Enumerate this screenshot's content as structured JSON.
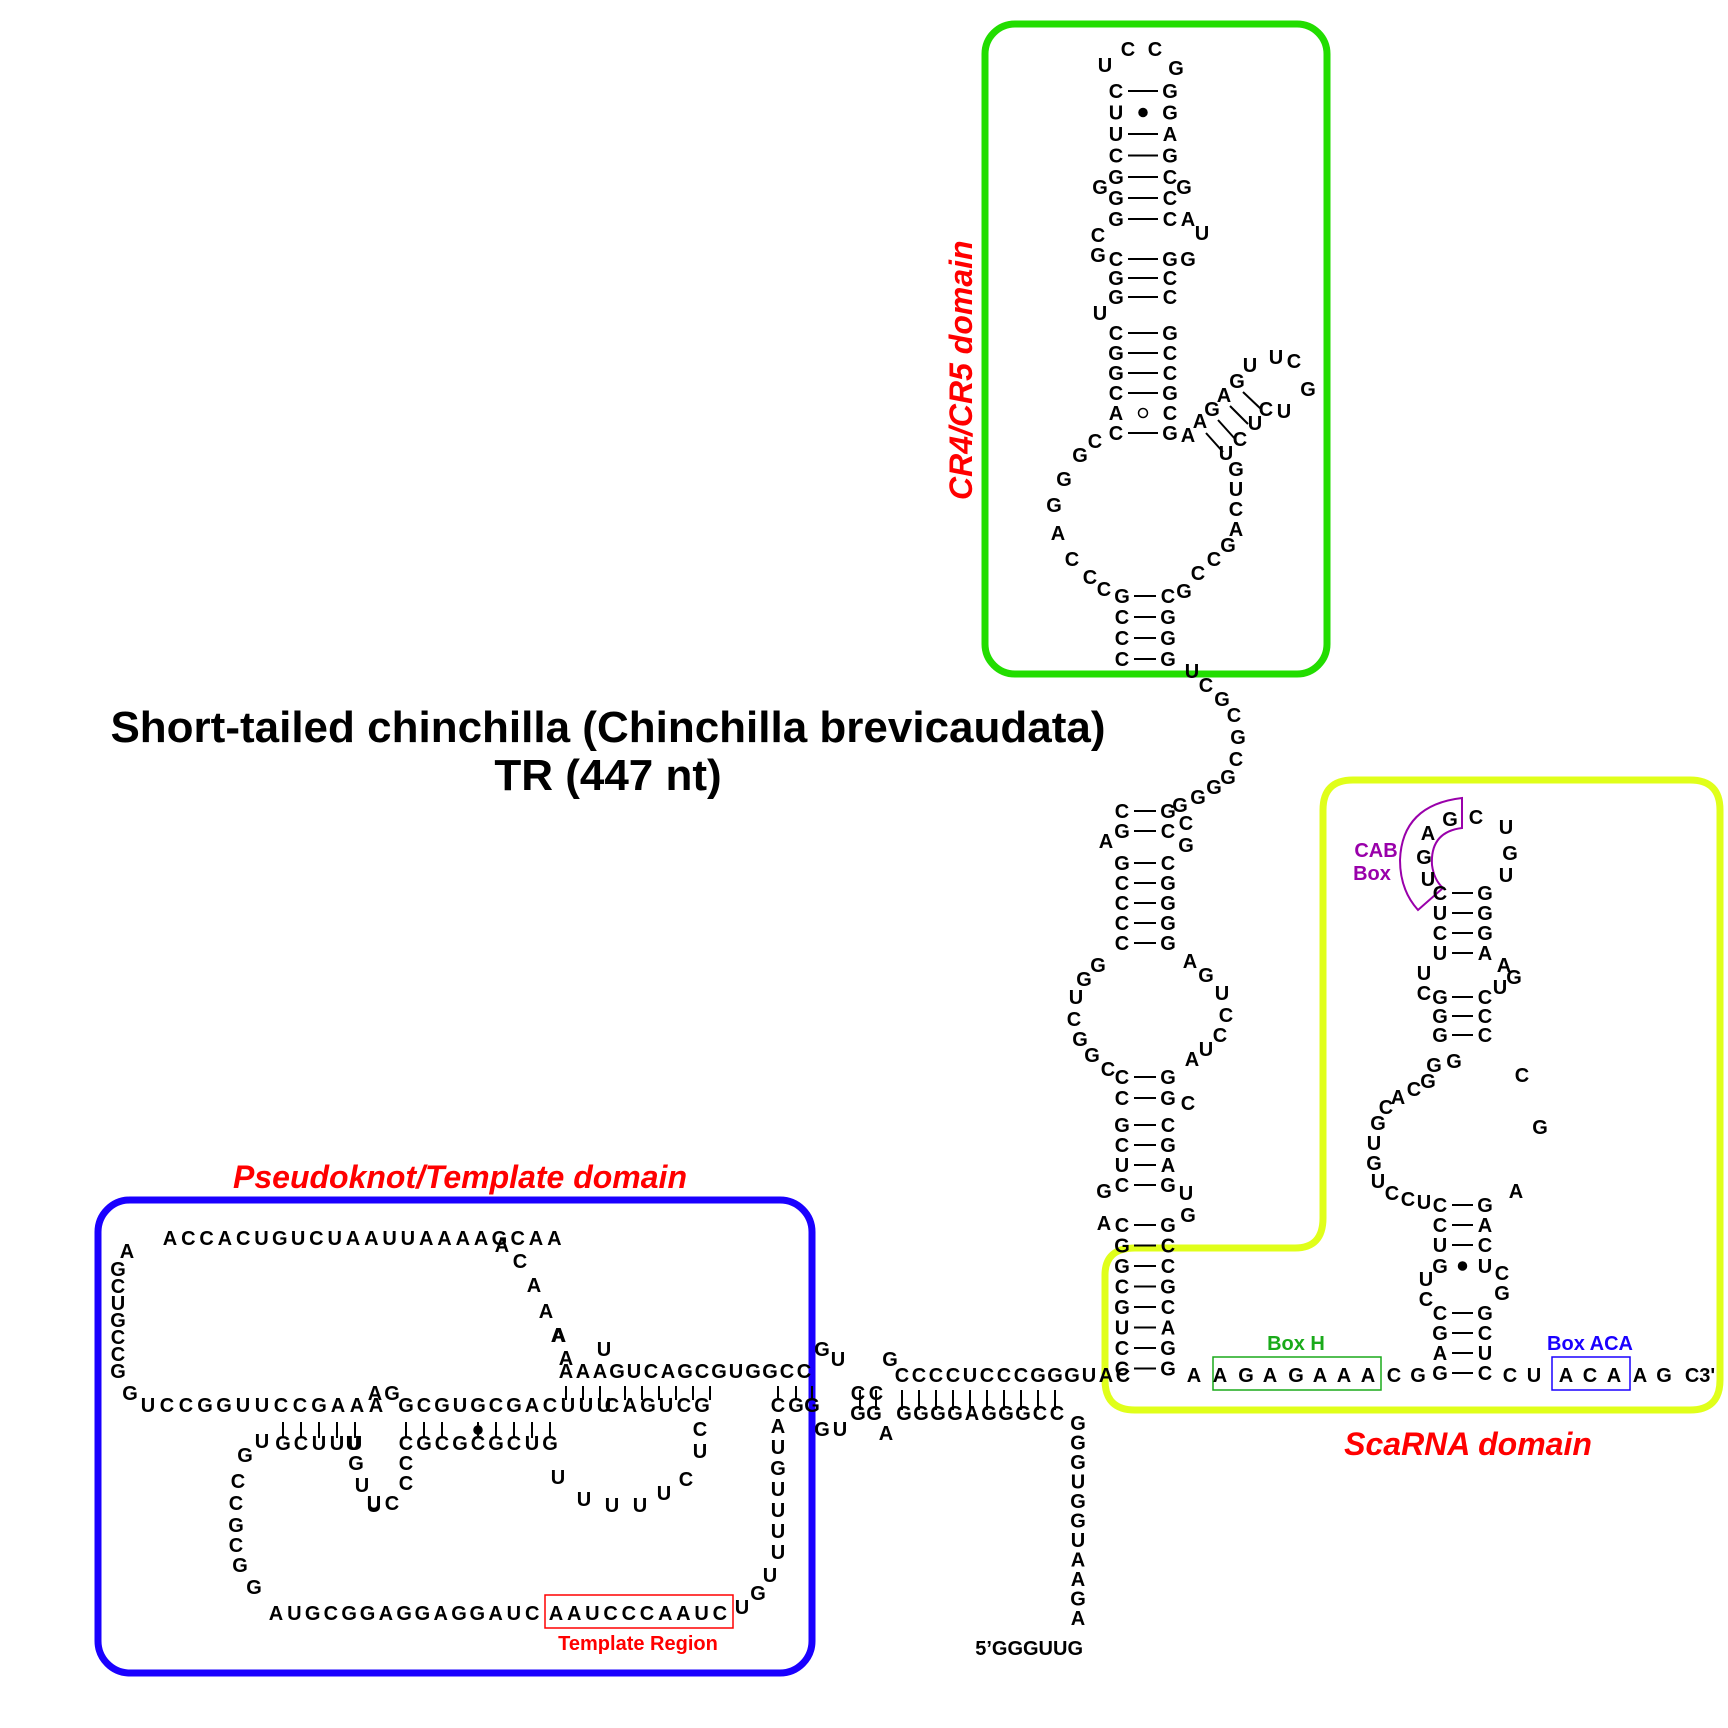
{
  "title": {
    "line1": "Short-tailed chinchilla (Chinchilla brevicaudata)",
    "line2": "TR (447 nt)"
  },
  "colors": {
    "cr4cr5_box": "#22dd00",
    "pseudoknot_box": "#1a00ff",
    "scarna_box": "#e0ff1a",
    "domain_label": "#ff0000",
    "box_h": "#1aaa1a",
    "box_aca": "#1a00ff",
    "cab_box": "#9900aa",
    "template": "#ff0000"
  },
  "domains": {
    "cr4cr5": "CR4/CR5 domain",
    "pseudoknot": "Pseudoknot/Template domain",
    "scarna": "ScaRNA domain"
  },
  "motifs": {
    "box_h": "Box H",
    "box_aca": "Box ACA",
    "cab_line1": "CAB",
    "cab_line2": "Box",
    "template": "Template Region"
  },
  "ends": {
    "five_prime": "5’GGGUUG",
    "three_prime": "C3'"
  },
  "regions": {
    "cr4_top_loop": [
      [
        "U",
        1105,
        72
      ],
      [
        "C",
        1128,
        56
      ],
      [
        "C",
        1155,
        56
      ],
      [
        "G",
        1176,
        75
      ]
    ],
    "cr4_stem1_left": [
      "C",
      "U",
      "U",
      "C",
      "G"
    ],
    "cr4_stem1_right": [
      "G",
      "G",
      "A",
      "G",
      "C"
    ],
    "cr4_stem1_pairs": [
      "—",
      "•",
      "—",
      "—",
      "—"
    ],
    "cr4_bulge_left_G": "G",
    "cr4_bulge_right_G": "G",
    "cr4_stem2_left": [
      "G",
      "G"
    ],
    "cr4_stem2_right": [
      "C",
      "C"
    ],
    "cr4_bulge_C_G": [
      "C",
      "G"
    ],
    "cr4_bulge_A_U": [
      "A",
      "U"
    ],
    "cr4_stem3_left": [
      "C",
      "G",
      "G"
    ],
    "cr4_stem3_right": [
      "G",
      "C",
      "C"
    ],
    "cr4_bulge_G": "G",
    "cr4_bulge_U": "U",
    "cr4_stem4_left": [
      "C",
      "G",
      "G",
      "C",
      "A",
      "C"
    ],
    "cr4_stem4_right": [
      "G",
      "C",
      "C",
      "G",
      "C",
      "G"
    ],
    "cr4_stem4_pairs": [
      "—",
      "—",
      "—",
      "—",
      "∘",
      "—"
    ],
    "cr4_hairpin_5": [
      "A",
      "A",
      "G",
      "A",
      "G",
      "U",
      "U"
    ],
    "cr4_hairpin_loop": [
      "C",
      "G",
      "U",
      "C",
      "U",
      "C",
      "U"
    ],
    "cr4_loop_left": [
      "C",
      "G",
      "G",
      "G",
      "A",
      "C",
      "C",
      "C"
    ],
    "cr4_loop_right": [
      "G",
      "U",
      "C",
      "A",
      "G",
      "C",
      "C",
      "G"
    ],
    "cr4_base_left": [
      "G",
      "C",
      "C",
      "C"
    ],
    "cr4_base_right": [
      "C",
      "G",
      "G",
      "G"
    ],
    "linker_down": [
      "U",
      "C",
      "G",
      "C",
      "G",
      "C",
      "G",
      "G",
      "G"
    ],
    "mid_stem1_left": [
      "C",
      "G",
      "A",
      "G",
      "C",
      "C",
      "C",
      "C"
    ],
    "mid_stem1_right": [
      "G",
      "C",
      "C",
      "G",
      "C",
      "G",
      "G",
      "G",
      "G",
      "G"
    ],
    "mid_loop_left": [
      "G",
      "G",
      "U",
      "C",
      "G",
      "G",
      "C"
    ],
    "mid_loop_right": [
      "A",
      "G",
      "U",
      "C",
      "C",
      "U",
      "A"
    ],
    "mid_stem2_left": [
      "C",
      "C",
      "G",
      "C",
      "U",
      "C",
      "G",
      "A",
      "C",
      "G",
      "G",
      "C",
      "G",
      "U",
      "C",
      "C"
    ],
    "mid_stem2_right": [
      "G",
      "G",
      "C",
      "C",
      "G",
      "A",
      "G",
      "U",
      "G",
      "G",
      "C",
      "C",
      "G",
      "C",
      "A",
      "G",
      "G"
    ],
    "three_way_right": [
      "A",
      "A",
      "G",
      "A",
      "G",
      "A",
      "A",
      "A",
      "C",
      "G"
    ],
    "scarna_stem_base_left": [
      "G",
      "A",
      "G",
      "C"
    ],
    "scarna_stem_base_right": [
      "C",
      "U",
      "C",
      "G"
    ],
    "scarna_internal_left": [
      "C",
      "U",
      "G",
      "U"
    ],
    "scarna_internal_right": [
      "G",
      "C",
      "U",
      "C"
    ],
    "scarna_lower_stem_left": [
      "C",
      "C",
      "U"
    ],
    "scarna_lower_stem_right": [
      "G",
      "A",
      "C"
    ],
    "scarna_loop_left": [
      "U",
      "C",
      "C",
      "U",
      "G",
      "U",
      "G",
      "C",
      "A",
      "C",
      "G",
      "G",
      "G"
    ],
    "scarna_loop_right": [
      "A",
      "G",
      "C"
    ],
    "scarna_upper_stem_left": [
      "G",
      "G",
      "G",
      "C",
      "C",
      "U",
      "U",
      "C",
      "U",
      "C"
    ],
    "scarna_upper_stem_right": [
      "C",
      "C",
      "C",
      "G",
      "U",
      "G",
      "A",
      "A",
      "G",
      "G",
      "G"
    ],
    "scarna_top_loop": [
      "U",
      "G",
      "A",
      "G",
      "C",
      "U",
      "G",
      "U"
    ],
    "tail_3prime": [
      "C",
      "U",
      "A",
      "C",
      "A",
      "A",
      "G"
    ],
    "pk_top_row": "ACCACUGUCUAAUUAAAAGCAA",
    "pk_left_col": [
      "G",
      "C",
      "U",
      "G",
      "C",
      "C",
      "G"
    ],
    "pk_right_diag": [
      "A",
      "C",
      "A",
      "A",
      "A",
      "A"
    ],
    "pk_row2_left": "UCCGGUUCCGAAA",
    "pk_row2_ag": "AG",
    "pk_row2_mid": "GCGUGCGACUUU",
    "pk_row2_right": "CAGUCG",
    "pk_row3_a": "GCUUU",
    "pk_row3_b": "CGCGCGCUG",
    "pk_stem_top": "AAAGUCAGCGUGGCC",
    "pk_stem_top_u": "U",
    "pk_stem_top_a": "A",
    "pk_bottom_row": "AUGCGGAGGAGGAUC",
    "pk_template": "AAUCCCAAUC",
    "pk_loop_bottom_left": [
      "G",
      "U",
      "G",
      "C",
      "C",
      "G",
      "C",
      "G",
      "G"
    ],
    "pk_loop_inner": [
      "U",
      "G",
      "U",
      "U",
      "C",
      "C",
      "C",
      "C"
    ],
    "pk_loop_u": [
      "U",
      "U",
      "U",
      "U",
      "U",
      "C",
      "U",
      "C"
    ],
    "pk_right_col": [
      "C",
      "G",
      "G",
      "A",
      "U",
      "G",
      "U",
      "U",
      "U",
      "U",
      "G",
      "U"
    ],
    "linker_top": [
      "G",
      "G",
      "U",
      "C",
      "C",
      "G",
      "C",
      "C",
      "C",
      "C",
      "U",
      "C",
      "C",
      "C",
      "G",
      "G",
      "U",
      "A",
      "C"
    ],
    "linker_bottom": [
      "G",
      "U",
      "G",
      "G",
      "A",
      "G",
      "G",
      "G",
      "G",
      "A",
      "G",
      "G",
      "G",
      "C",
      "C",
      "G"
    ],
    "five_prime_col": [
      "G",
      "G",
      "U",
      "G",
      "G",
      "U",
      "A",
      "A",
      "G",
      "A"
    ]
  }
}
